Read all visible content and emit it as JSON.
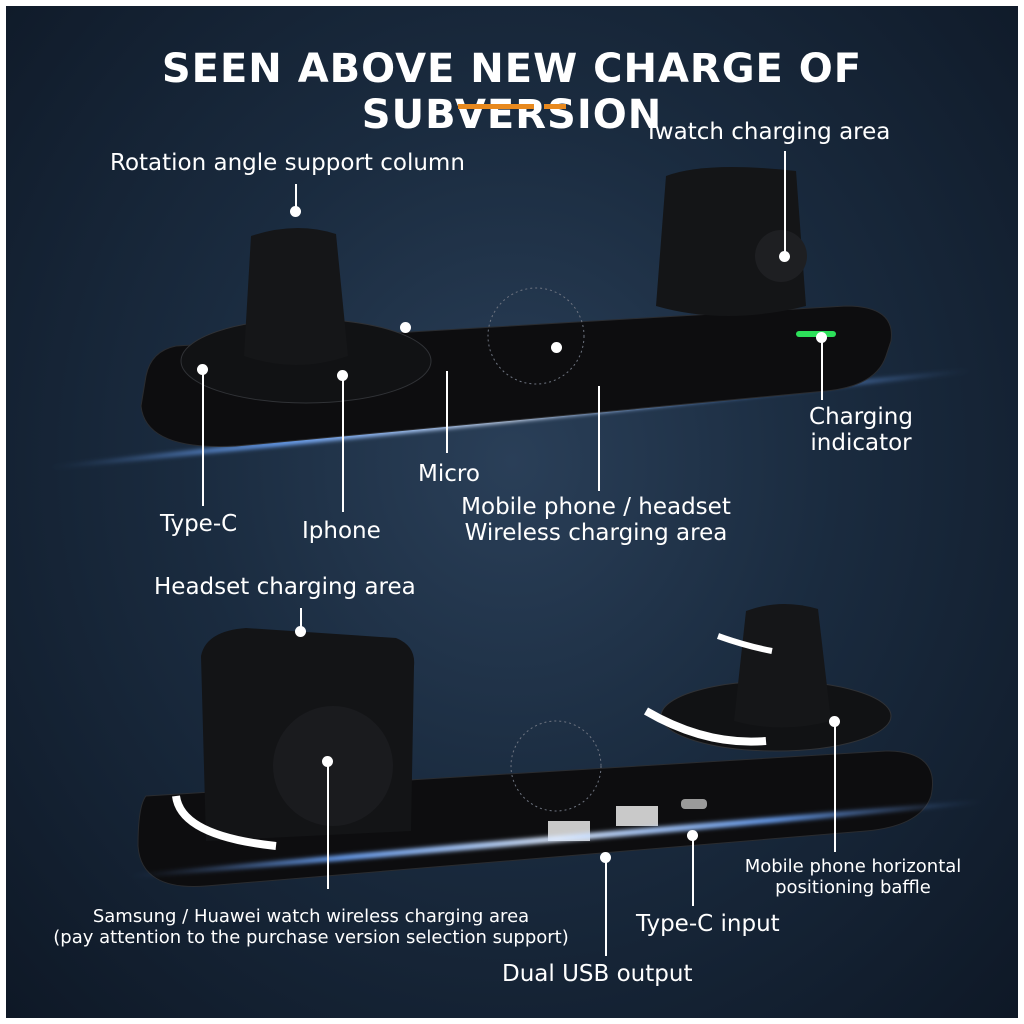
{
  "title": "SEEN ABOVE NEW CHARGE OF SUBVERSION",
  "accent": "#e8891e",
  "top_labels": {
    "rotation": "Rotation angle support column",
    "iwatch": "Iwatch charging area",
    "charging_1": "Charging",
    "charging_2": "indicator",
    "micro": "Micro",
    "wireless_1": "Mobile phone / headset",
    "wireless_2": "Wireless charging area",
    "typec": "Type-C",
    "iphone": "Iphone"
  },
  "bottom_labels": {
    "headset": "Headset charging area",
    "baffle_1": "Mobile phone horizontal",
    "baffle_2": "positioning baffle",
    "samsung_1": "Samsung / Huawei watch wireless charging area",
    "samsung_2": "(pay attention to the purchase version selection support)",
    "typec_input": "Type-C input",
    "usb": "Dual USB output"
  }
}
